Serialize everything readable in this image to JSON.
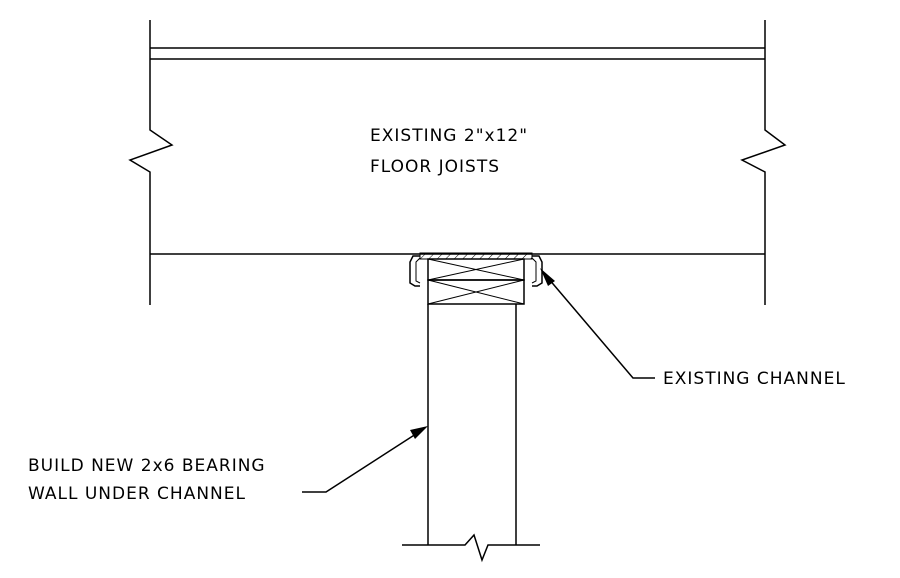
{
  "joist_label": {
    "line1": "EXISTING 2\"x12\"",
    "line2": "FLOOR JOISTS"
  },
  "channel_label": "EXISTING CHANNEL",
  "wall_label": {
    "line1": "BUILD NEW 2x6 BEARING",
    "line2": "WALL UNDER CHANNEL"
  }
}
